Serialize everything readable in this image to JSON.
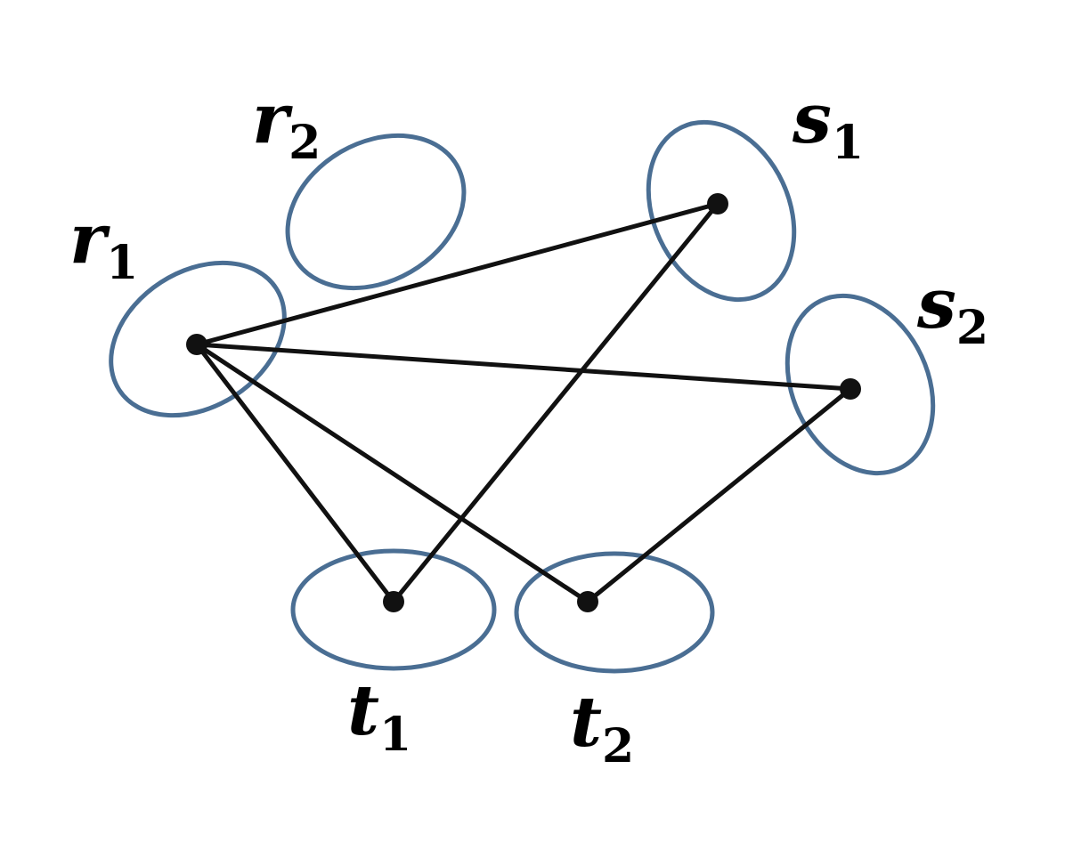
{
  "diagram": {
    "colors": {
      "ellipse": "#4a6e93",
      "edge": "#111111",
      "node": "#111111"
    },
    "labels": {
      "r1": {
        "main": "r",
        "sub": "1"
      },
      "r2": {
        "main": "r",
        "sub": "2"
      },
      "s1": {
        "main": "s",
        "sub": "1"
      },
      "s2": {
        "main": "s",
        "sub": "2"
      },
      "t1": {
        "main": "t",
        "sub": "1"
      },
      "t2": {
        "main": "t",
        "sub": "2"
      }
    },
    "edges": [
      [
        "r1",
        "s1"
      ],
      [
        "r1",
        "s2"
      ],
      [
        "r1",
        "t1"
      ],
      [
        "r1",
        "t2"
      ],
      [
        "t1",
        "s1"
      ],
      [
        "t2",
        "s2"
      ]
    ]
  }
}
